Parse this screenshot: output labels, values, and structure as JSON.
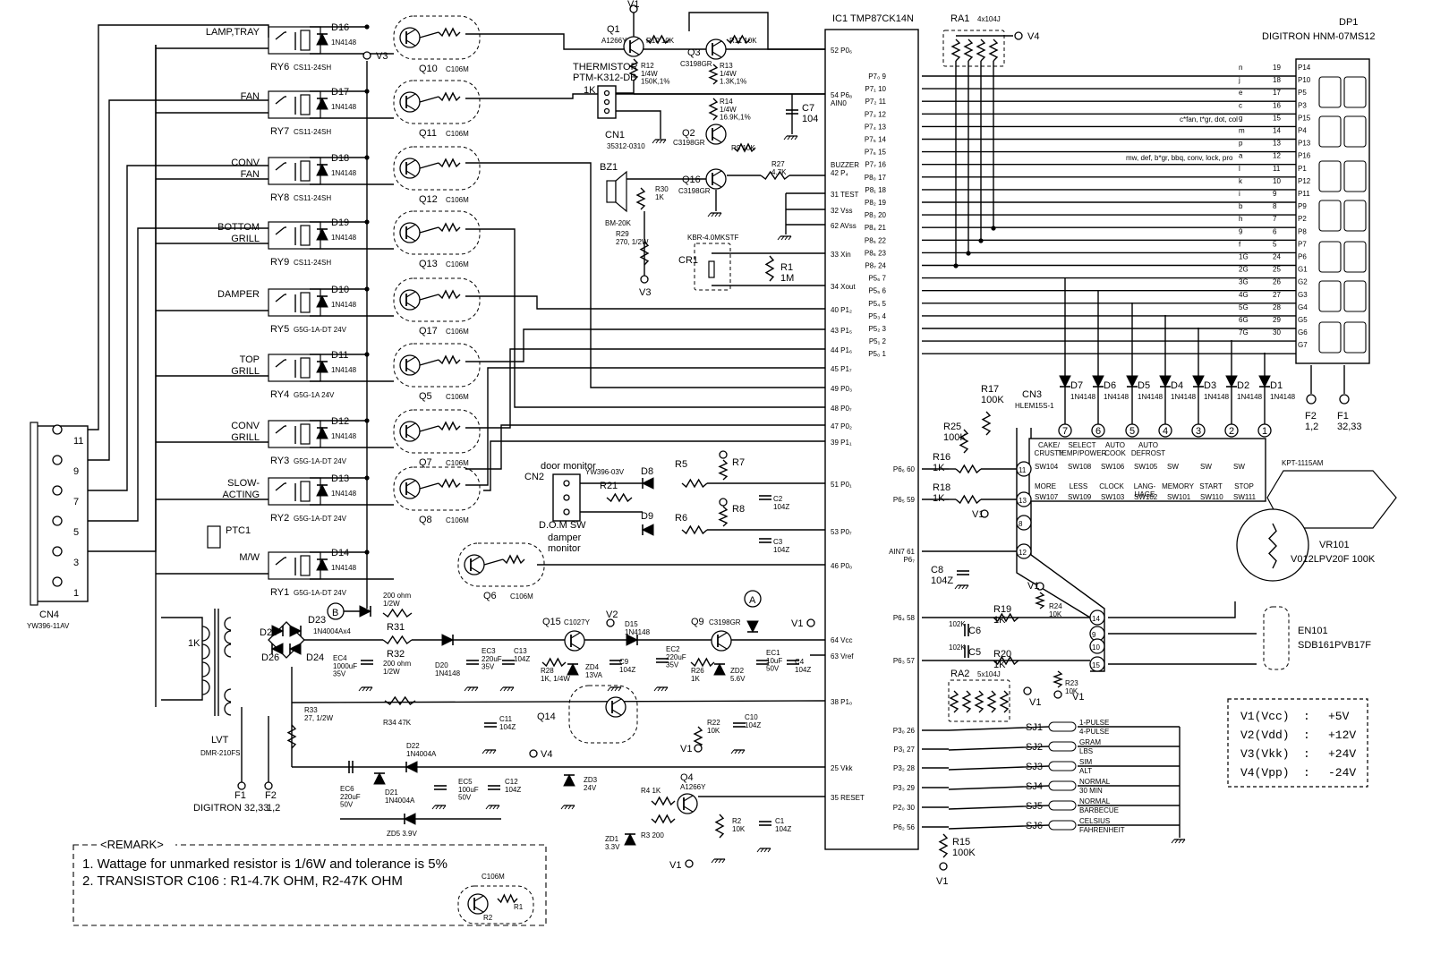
{
  "ic1": {
    "title": "IC1  TMP87CK14N",
    "left_pins": [
      {
        "label": "P7₀",
        "num": "9"
      },
      {
        "label": "P7₁",
        "num": "10"
      },
      {
        "label": "P7₂",
        "num": "11"
      },
      {
        "label": "P7₃",
        "num": "12"
      },
      {
        "label": "P7₄",
        "num": "13"
      },
      {
        "label": "P7₅",
        "num": "14"
      },
      {
        "label": "P7₆",
        "num": "15"
      },
      {
        "label": "P7₇",
        "num": "16"
      },
      {
        "label": "P8₀",
        "num": "17"
      },
      {
        "label": "P8₁",
        "num": "18"
      },
      {
        "label": "P8₂",
        "num": "19"
      },
      {
        "label": "P8₃",
        "num": "20"
      },
      {
        "label": "P8₄",
        "num": "21"
      },
      {
        "label": "P8₅",
        "num": "22"
      },
      {
        "label": "P8₆",
        "num": "23"
      },
      {
        "label": "P8₇",
        "num": "24"
      },
      {
        "label": "P5₆",
        "num": "7"
      },
      {
        "label": "P5₅",
        "num": "6"
      },
      {
        "label": "P5₄",
        "num": "5"
      },
      {
        "label": "P5₃",
        "num": "4"
      },
      {
        "label": "P5₂",
        "num": "3"
      },
      {
        "label": "P5₁",
        "num": "2"
      },
      {
        "label": "P5₀",
        "num": "1"
      }
    ],
    "right_pins": [
      "52 P0₆",
      "54 P6₈\nAIN0",
      "BUZZER\n42 P₄",
      "31 TEST",
      "32 Vss",
      "62 AVss",
      "33 Xin",
      "34 Xout",
      "40 P1₂",
      "43 P1₅",
      "44 P1₆",
      "45 P1₇",
      "49 P0₃",
      "48 P0₇",
      "47 P0₂",
      "39 P1₁",
      "51 P0₁",
      "53 P0₇",
      "46 P0₀",
      "64 Vcc",
      "63 Vref",
      "38 P1₀",
      "25 Vkk",
      "35 RESET"
    ],
    "lower_left_pins": [
      "P6₆ 60",
      "P6₅ 59",
      "AIN7 61\nP6₇",
      "P6₄ 58",
      "P6₃ 57",
      "P3₀ 26",
      "P3₁ 27",
      "P3₂ 28",
      "P3₃ 29",
      "P2₀ 30",
      "P6₂ 56"
    ]
  },
  "relays": [
    {
      "name": "LAMP,TRAY",
      "ry": "RY6",
      "ry_part": "CS11-24SH",
      "d": "D16",
      "q": "Q10"
    },
    {
      "name": "FAN",
      "ry": "RY7",
      "ry_part": "CS11-24SH",
      "d": "D17",
      "q": "Q11"
    },
    {
      "name": "CONV\nFAN",
      "ry": "RY8",
      "ry_part": "CS11-24SH",
      "d": "D18",
      "q": "Q12"
    },
    {
      "name": "BOTTOM\nGRILL",
      "ry": "RY9",
      "ry_part": "CS11-24SH",
      "d": "D19",
      "q": "Q13"
    },
    {
      "name": "DAMPER",
      "ry": "RY5",
      "ry_part": "G5G-1A-DT 24V",
      "d": "D10",
      "q": "Q17"
    },
    {
      "name": "TOP\nGRILL",
      "ry": "RY4",
      "ry_part": "G5G-1A 24V",
      "d": "D11",
      "q": "Q5"
    },
    {
      "name": "CONV\nGRILL",
      "ry": "RY3",
      "ry_part": "G5G-1A-DT 24V",
      "d": "D12",
      "q": "Q7"
    },
    {
      "name": "SLOW-\nACTING",
      "ry": "RY2",
      "ry_part": "G5G-1A-DT 24V",
      "d": "D13",
      "q": "Q8"
    },
    {
      "name": "M/W",
      "ry": "RY1",
      "ry_part": "G5G-1A-DT 24V",
      "d": "D14",
      "q": "Q6"
    }
  ],
  "diode_part": "1N4148",
  "q_part": "C106M",
  "cn4": {
    "name": "CN4",
    "part": "YW396-11AV",
    "pins": [
      "11",
      "9",
      "7",
      "5",
      "3",
      "1"
    ]
  },
  "labels": {
    "v1": "V1",
    "v3": "V3",
    "v4": "V4",
    "q1": "Q1",
    "q1_part": "A1266Y",
    "q3": "Q3",
    "q3_part": "C3198GR",
    "q2": "Q2",
    "q2_part": "C3198GR",
    "r10": "R10 10K",
    "r11": "R11 10K",
    "r12": "R12\n1/4W\n150K,1%",
    "r13": "R13\n1/4W\n1.3K,1%",
    "r14": "R14\n1/4W\n16.9K,1%",
    "r9": "R9  10K",
    "c7": "C7\n104",
    "thermistor": "THERMISTOR\nPTM-K312-DB",
    "cn1": "CN1",
    "cn1_part": "35312-0310",
    "bz1": "BZ1",
    "bz1_part": "BM-20K",
    "r30": "R30\n1K",
    "q16": "Q16",
    "q16_part": "C3198GR",
    "r27": "R27\n4.7K",
    "r29": "R29\n270, 1/2W",
    "cr1": "CR1",
    "cr1_part": "KBR-4.0MKSTF",
    "r1": "R1\n1M",
    "cn2": "CN2",
    "cn2_part": "YW396-03V",
    "door_monitor": "door monitor",
    "dom_sw": "D.O.M SW",
    "damper_monitor": "damper\nmonitor",
    "d8": "D8",
    "d9": "D9",
    "r5": "R5",
    "r6": "R6",
    "r7": "R7",
    "r8": "R8",
    "r21": "R21",
    "c2": "C2\n104Z",
    "c3": "C3\n104Z",
    "k1": "1K",
    "k10": "10K",
    "ptc1": "PTC1",
    "lvt": "LVT",
    "lvt_part": "DMR-210FS",
    "d25": "D25",
    "d26": "D26",
    "d23": "D23",
    "d23_part": "1N4004Ax4",
    "d24": "D24",
    "r31": "R31",
    "r31_val": "200 ohm\n1/2W",
    "r32": "R32",
    "r32_val": "200 ohm\n1/2W",
    "ec4": "EC4\n1000uF\n35V",
    "d20": "D20\n1N4148",
    "ec3": "EC3\n220uF\n35V",
    "c13": "C13\n104Z",
    "q15": "Q15",
    "q15_part": "C1027Y",
    "r28": "R28\n1K, 1/4W",
    "zd4": "ZD4\n13VA",
    "v2": "V2",
    "d15": "D15\n1N4148",
    "c9": "C9\n104Z",
    "ec2": "EC2\n220uF\n35V",
    "q9": "Q9",
    "q9_part": "C3198GR",
    "r26": "R26\n1K",
    "zd2": "ZD2\n5.6V",
    "ec1": "EC1\n10uF\n50V",
    "c4": "C4\n104Z",
    "r33": "R33\n27, 1/2W",
    "r34": "R34  47K",
    "c11": "C11\n104Z",
    "q14": "Q14",
    "r22": "R22\n10K",
    "c10": "C10\n104Z",
    "ec6": "EC6\n220uF\n50V",
    "d21": "D21\n1N4004A",
    "d22": "D22\n1N4004A",
    "ec5": "EC5\n100uF\n50V",
    "c12": "C12\n104Z",
    "zd3": "ZD3\n24V",
    "zd5": "ZD5  3.9V",
    "q4": "Q4",
    "q4_part": "A1266Y",
    "r4": "R4  1K",
    "r3": "R3  200",
    "zd1": "ZD1\n3.3V",
    "r2": "R2\n10K",
    "c1": "C1\n104Z",
    "f1": "F1",
    "f2": "F2",
    "f_digitron": "DIGITRON 32,33",
    "f2_val": "1,2",
    "node_a": "A",
    "node_b": "B"
  },
  "right": {
    "ra1": "RA1",
    "ra1_part": "4x104J",
    "ra2": "RA2",
    "ra2_part": "5x104J",
    "dp1": "DP1",
    "dp1_part": "DIGITRON  HNM-07MS12",
    "dp_seg_left": [
      "n",
      "j",
      "e",
      "c",
      "g",
      "m",
      "p",
      "a",
      "l",
      "k",
      "i",
      "b",
      "h",
      "9",
      "f",
      "1G",
      "2G",
      "3G",
      "4G",
      "5G",
      "6G",
      "7G"
    ],
    "dp_seg_num": [
      "19",
      "18",
      "17",
      "16",
      "15",
      "14",
      "13",
      "12",
      "11",
      "10",
      "9",
      "8",
      "7",
      "6",
      "5",
      "24",
      "25",
      "26",
      "27",
      "28",
      "29",
      "30"
    ],
    "dp_pin": [
      "P14",
      "P10",
      "P5",
      "P3",
      "P15",
      "P4",
      "P13",
      "P16",
      "P1",
      "P12",
      "P11",
      "P9",
      "P2",
      "P8",
      "P7",
      "P6",
      "G1",
      "G2",
      "G3",
      "G4",
      "G5",
      "G6",
      "G7"
    ],
    "dp_notes": [
      "c*fan, t*gr, dot, col",
      "mw, def, b*gr, bbq, conv, lock, pro"
    ],
    "diodes": [
      "D7",
      "D6",
      "D5",
      "D4",
      "D3",
      "D2",
      "D1"
    ],
    "circle_nums": [
      "7",
      "6",
      "5",
      "4",
      "3",
      "2",
      "1"
    ],
    "cn3": "CN3",
    "cn3_part": "HLEM15S-1",
    "kpt": "KPT-1115AM",
    "keys_top": [
      [
        "CAKE/\nCRUSTY",
        "SW104"
      ],
      [
        "SELECT\nTEMP/POWER",
        "SW108"
      ],
      [
        "AUTO\nCOOK",
        "SW106"
      ],
      [
        "AUTO\nDEFROST",
        "SW105"
      ],
      [
        "",
        "SW"
      ],
      [
        "",
        "SW"
      ],
      [
        "",
        "SW"
      ]
    ],
    "keys_bot": [
      [
        "MORE",
        "SW107"
      ],
      [
        "LESS",
        "SW109"
      ],
      [
        "CLOCK",
        "SW103"
      ],
      [
        "LANG-\nUAGE",
        "SW102"
      ],
      [
        "MEMORY",
        "SW101"
      ],
      [
        "START",
        "SW110"
      ],
      [
        "STOP",
        "SW111"
      ]
    ],
    "r17": "R17\n100K",
    "r25": "R25\n100K",
    "r16": "R16\n1K",
    "r18": "R18\n1K",
    "c8": "C8\n104Z",
    "r19": "R19\n1K",
    "r20": "R20\n1K",
    "r24": "R24\n10K",
    "r23": "R23\n10K",
    "c6": "C6",
    "c5": "C5",
    "c102": "102K",
    "cn_nums": [
      "11",
      "13",
      "8",
      "12",
      "14",
      "9",
      "10",
      "15"
    ],
    "vr101": "VR101",
    "vr101_part": "V012LPV20F  100K",
    "en101": "EN101",
    "en101_part": "SDB161PVB17F",
    "r15": "R15\n100K",
    "sj": [
      [
        "SJ1",
        "1-PULSE",
        "4-PULSE"
      ],
      [
        "SJ2",
        "GRAM",
        "LBS"
      ],
      [
        "SJ3",
        "SIM",
        "ALT"
      ],
      [
        "SJ4",
        "NORMAL",
        "30 MIN"
      ],
      [
        "SJ5",
        "NORMAL",
        "BARBECUE"
      ],
      [
        "SJ6",
        "CELSIUS",
        "FAHRENHEIT"
      ]
    ],
    "f1": "F1\n32,33",
    "f2": "F2\n1,2"
  },
  "voltage_table": [
    {
      "name": "V1(Vcc)",
      "sep": ":",
      "val": "+5V"
    },
    {
      "name": "V2(Vdd)",
      "sep": ":",
      "val": "+12V"
    },
    {
      "name": "V3(Vkk)",
      "sep": ":",
      "val": "+24V"
    },
    {
      "name": "V4(Vpp)",
      "sep": ":",
      "val": "-24V"
    }
  ],
  "remark": {
    "title": "<REMARK>",
    "line1": "1. Wattage for unmarked resistor is 1/6W and tolerance is 5%",
    "line2": "2. TRANSISTOR C106 : R1-4.7K OHM, R2-47K OHM",
    "icon_part": "C106M",
    "icon_r1": "R1",
    "icon_r2": "R2"
  }
}
